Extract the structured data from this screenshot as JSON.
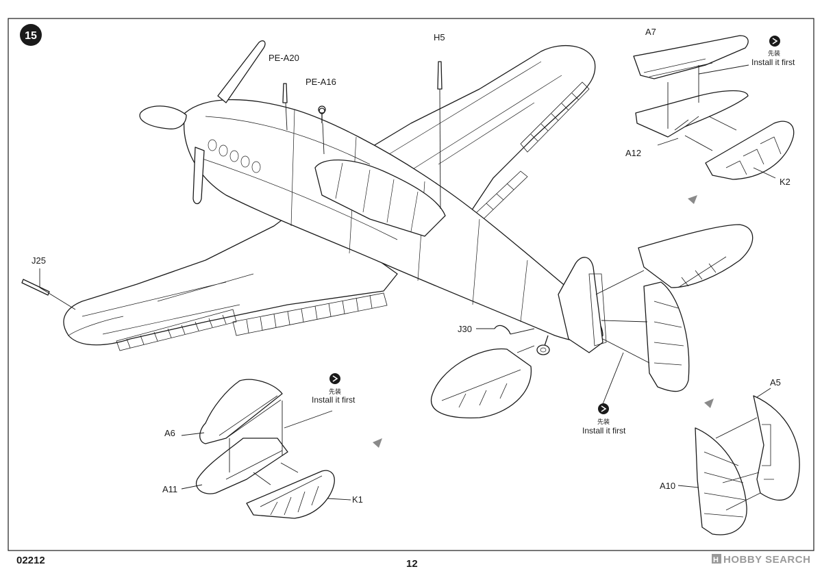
{
  "step": {
    "number": "15"
  },
  "parts": {
    "pe_a20": "PE-A20",
    "pe_a16": "PE-A16",
    "h5": "H5",
    "j25": "J25",
    "j30": "J30",
    "a7": "A7",
    "a12": "A12",
    "k2": "K2",
    "a6": "A6",
    "a11": "A11",
    "k1": "K1",
    "a5": "A5",
    "a10": "A10"
  },
  "notes": {
    "install_cn": "先装",
    "install_en": "Install it first"
  },
  "footer": {
    "product_code": "02212",
    "page_number": "12",
    "watermark": "HOBBY SEARCH"
  },
  "icons": [
    "install-first-icon",
    "arrow-icon",
    "hobby-search-logo-icon"
  ]
}
